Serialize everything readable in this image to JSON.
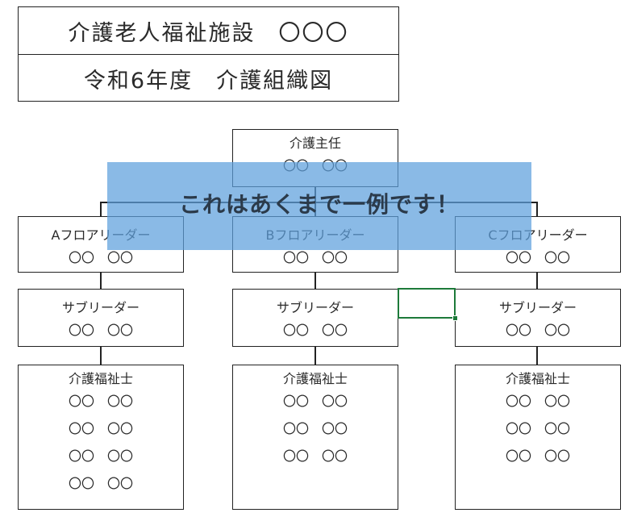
{
  "title": {
    "facility": "介護老人福祉施設　〇〇〇",
    "chart": "令和6年度　介護組織図"
  },
  "chief": {
    "role": "介護主任",
    "names": [
      "〇〇　〇〇"
    ]
  },
  "overlay": {
    "text": "これはあくまで一例です！",
    "color": "#5DA0DD"
  },
  "columns": [
    {
      "leader": {
        "role": "Aフロアリーダー",
        "names": [
          "〇〇　〇〇"
        ]
      },
      "sub": {
        "role": "サブリーダー",
        "names": [
          "〇〇　〇〇"
        ]
      },
      "staff": {
        "role": "介護福祉士",
        "names": [
          "〇〇　〇〇",
          "〇〇　〇〇",
          "〇〇　〇〇",
          "〇〇　〇〇"
        ]
      }
    },
    {
      "leader": {
        "role": "Bフロアリーダー",
        "names": [
          "〇〇　〇〇"
        ]
      },
      "sub": {
        "role": "サブリーダー",
        "names": [
          "〇〇　〇〇"
        ]
      },
      "staff": {
        "role": "介護福祉士",
        "names": [
          "〇〇　〇〇",
          "〇〇　〇〇",
          "〇〇　〇〇"
        ]
      }
    },
    {
      "leader": {
        "role": "Cフロアリーダー",
        "names": [
          "〇〇　〇〇"
        ]
      },
      "sub": {
        "role": "サブリーダー",
        "names": [
          "〇〇　〇〇"
        ]
      },
      "staff": {
        "role": "介護福祉士",
        "names": [
          "〇〇　〇〇",
          "〇〇　〇〇",
          "〇〇　〇〇"
        ]
      }
    }
  ]
}
